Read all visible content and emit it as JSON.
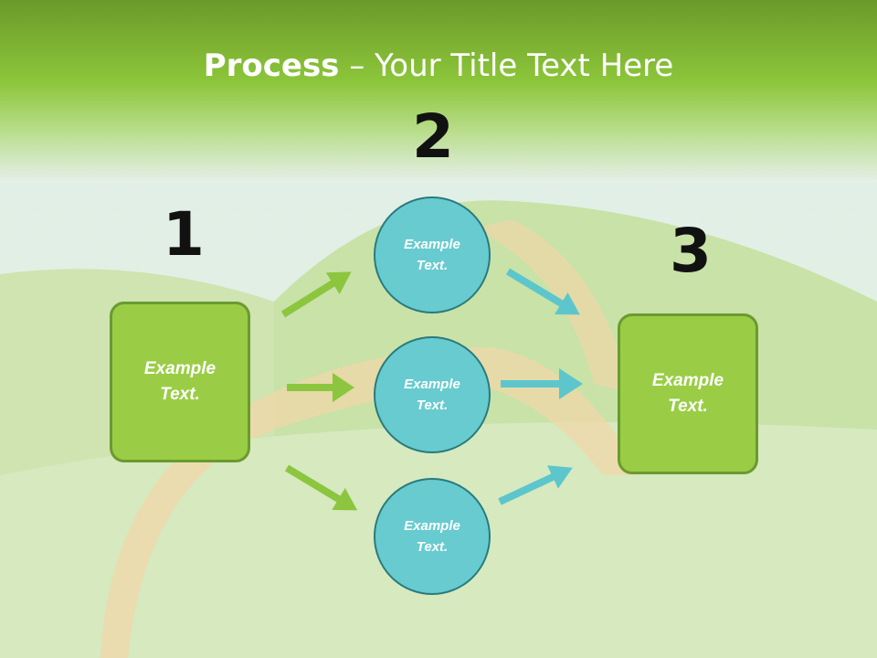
{
  "slide": {
    "title_bold": "Process",
    "title_rest": " – Your Title Text Here"
  },
  "steps": {
    "step1": {
      "number": "1",
      "text": "Example Text."
    },
    "step2": {
      "number": "2"
    },
    "step3": {
      "number": "3",
      "text": "Example Text."
    }
  },
  "circles": [
    {
      "text": "Example Text."
    },
    {
      "text": "Example Text."
    },
    {
      "text": "Example Text."
    }
  ],
  "colors": {
    "green_box": "#9acd45",
    "teal_circle": "#67cbcf",
    "green_arrow": "#8cc63f",
    "teal_arrow": "#5cc6cc"
  }
}
